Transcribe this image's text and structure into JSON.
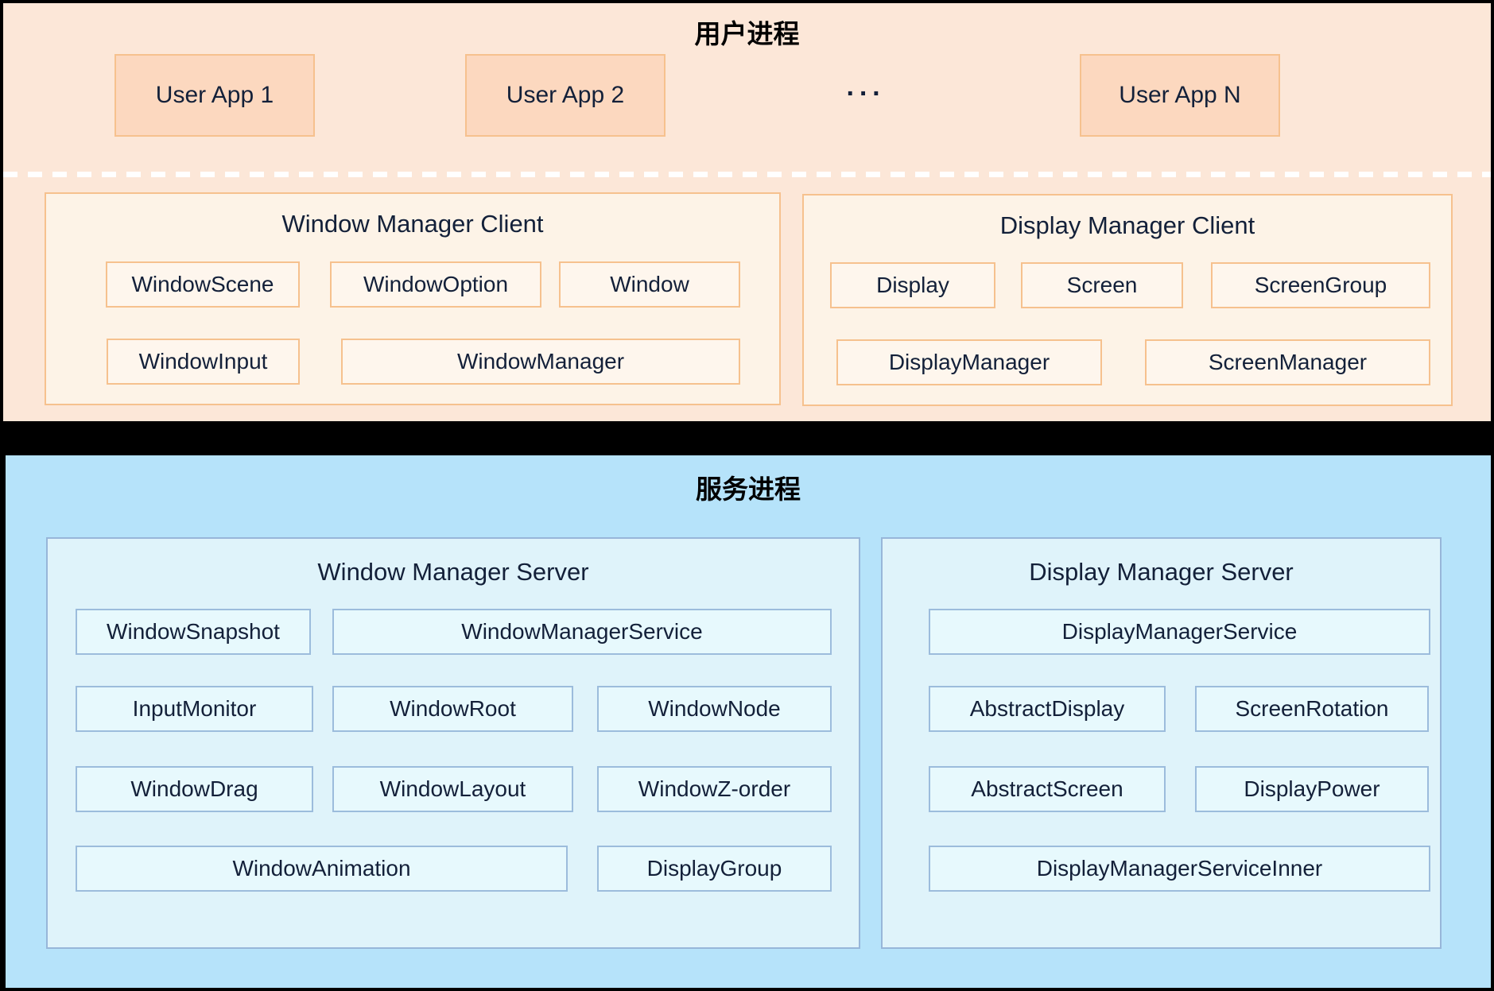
{
  "user_process": {
    "title": "用户进程",
    "apps": [
      "User App 1",
      "User App 2",
      "User App N"
    ],
    "ellipsis": "···",
    "wmc": {
      "title": "Window Manager Client",
      "items": [
        "WindowScene",
        "WindowOption",
        "Window",
        "WindowInput",
        "WindowManager"
      ]
    },
    "dmc": {
      "title": "Display Manager Client",
      "items": [
        "Display",
        "Screen",
        "ScreenGroup",
        "DisplayManager",
        "ScreenManager"
      ]
    }
  },
  "service_process": {
    "title": "服务进程",
    "wms": {
      "title": "Window Manager Server",
      "items": [
        "WindowSnapshot",
        "WindowManagerService",
        "InputMonitor",
        "WindowRoot",
        "WindowNode",
        "WindowDrag",
        "WindowLayout",
        "WindowZ-order",
        "WindowAnimation",
        "DisplayGroup"
      ]
    },
    "dms": {
      "title": "Display Manager Server",
      "items": [
        "DisplayManagerService",
        "AbstractDisplay",
        "ScreenRotation",
        "AbstractScreen",
        "DisplayPower",
        "DisplayManagerServiceInner"
      ]
    }
  },
  "colors": {
    "divider": "#000000",
    "user_zone_bg": "#fce7d8",
    "user_box_bg": "#fcd8bf",
    "user_border": "#f6c18e",
    "client_panel_bg": "#fdf3e7",
    "service_zone_bg": "#b6e3fa",
    "server_panel_bg": "#dff3fa",
    "server_box_bg": "#e7f9fd",
    "server_border": "#97b6d9",
    "text": "#132039",
    "dash_line": "#ffffff"
  }
}
